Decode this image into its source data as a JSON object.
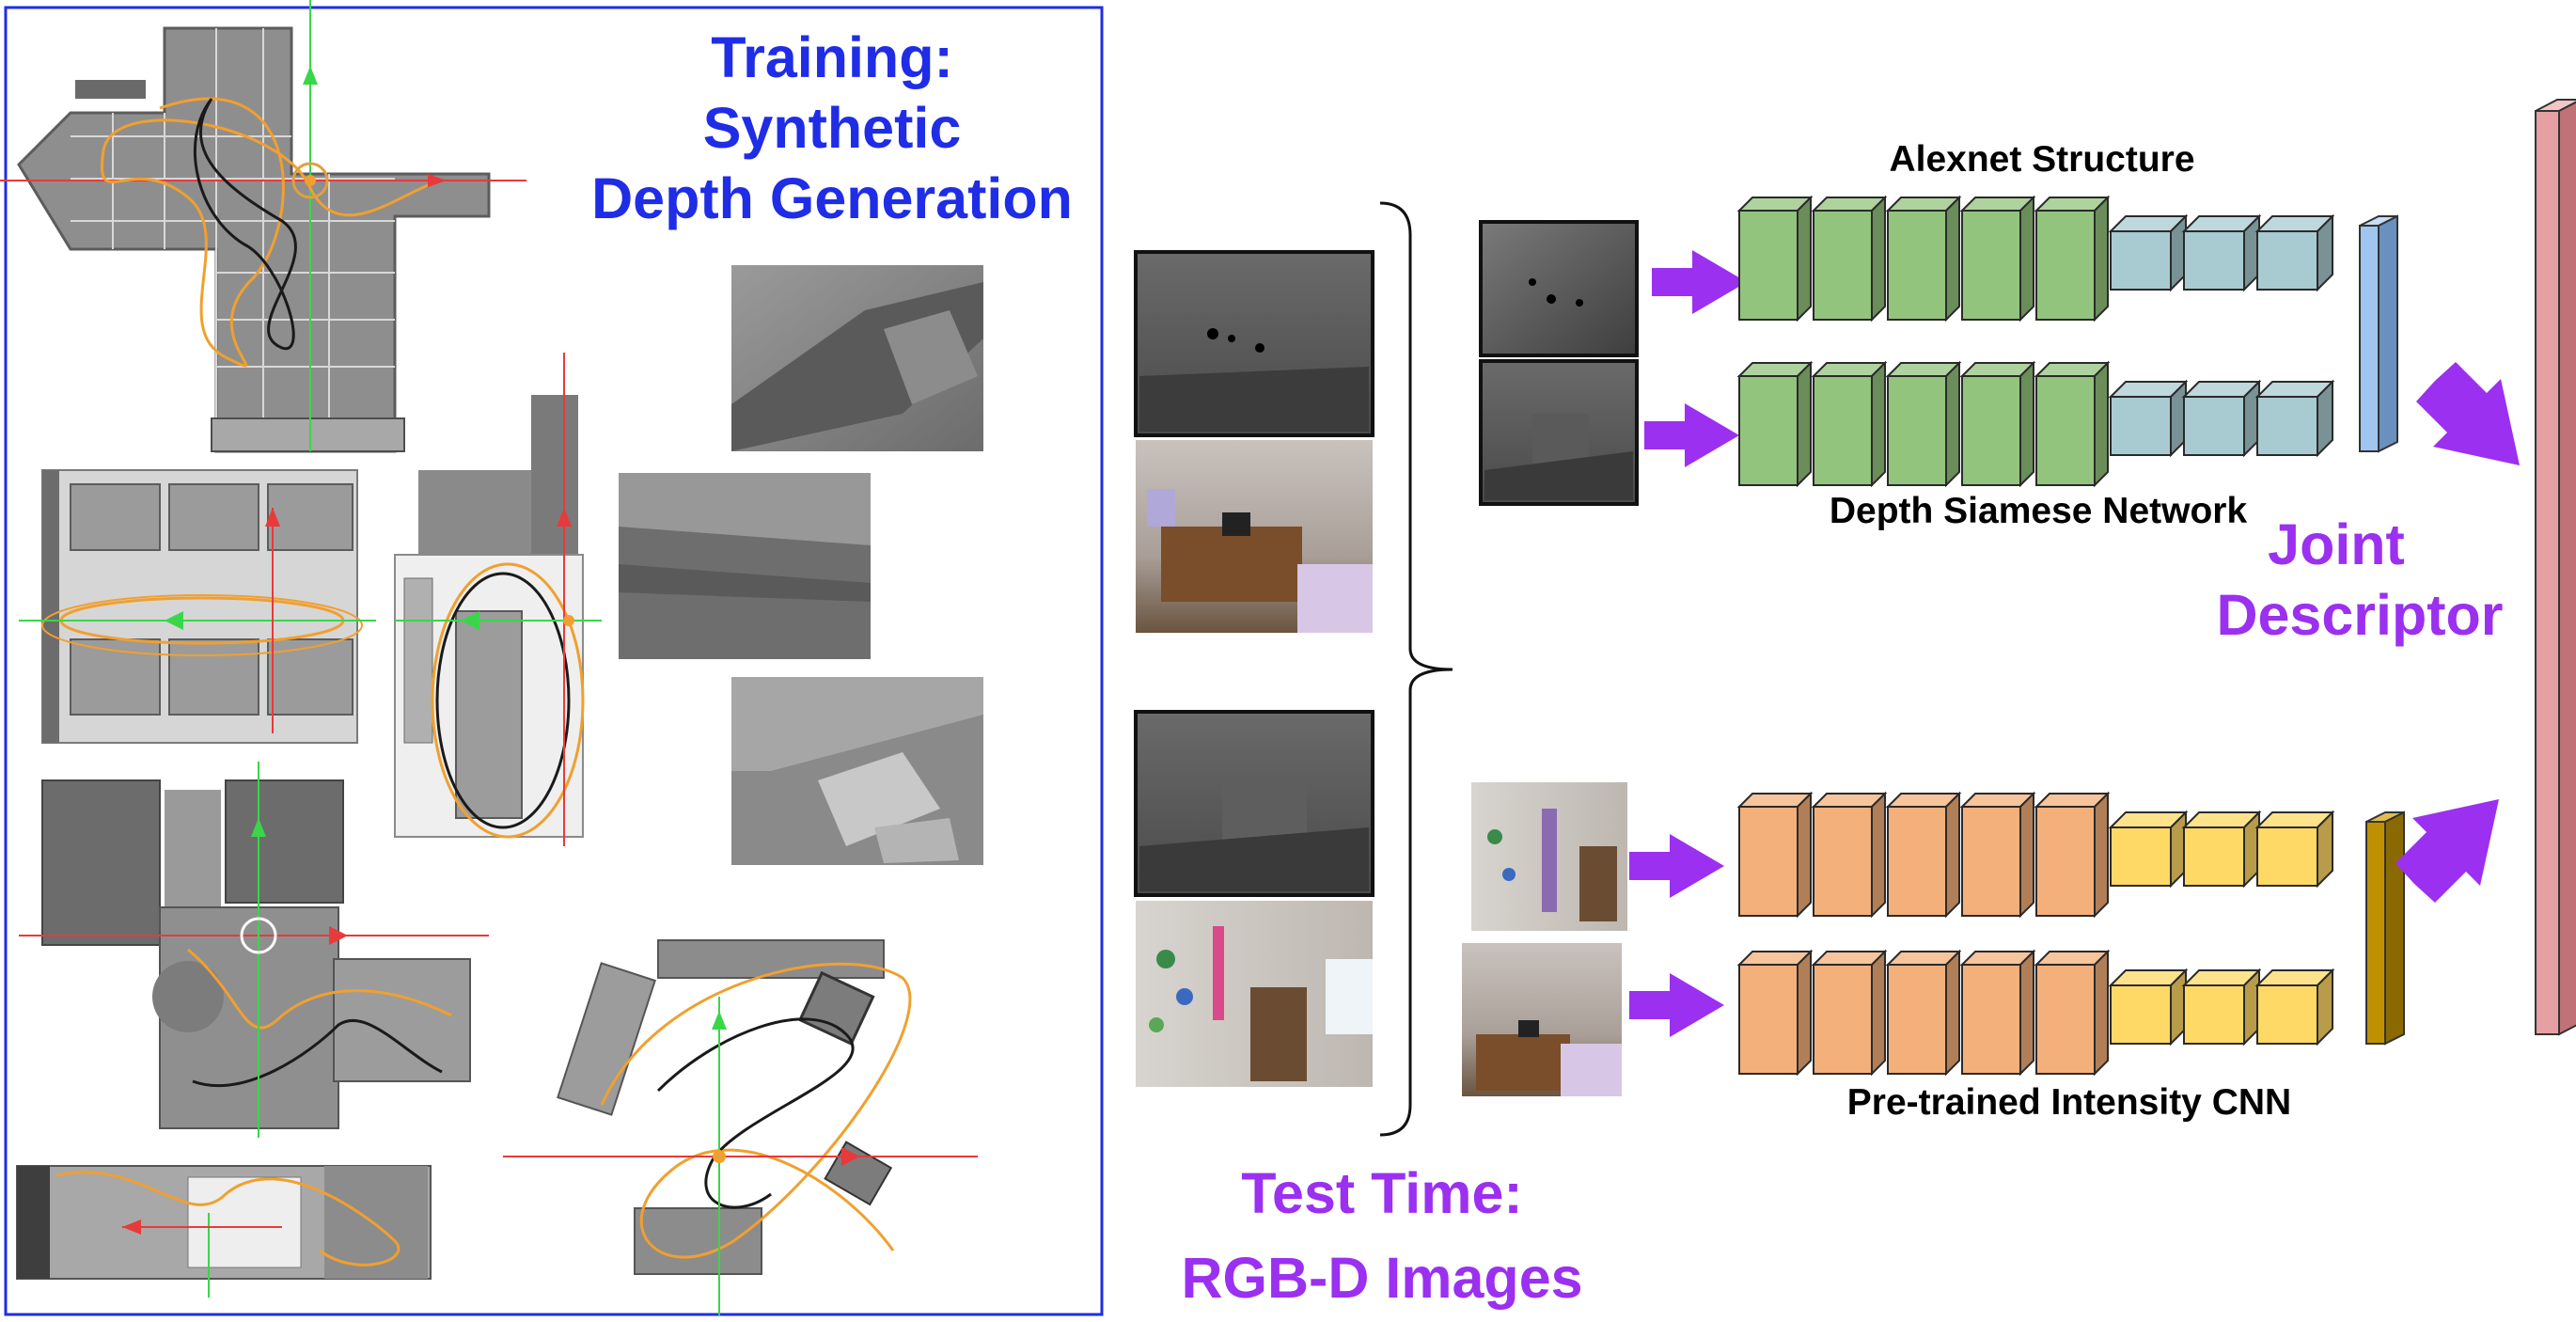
{
  "training_title": {
    "line1": "Training:",
    "line2": "Synthetic",
    "line3": "Depth Generation"
  },
  "test_title": {
    "line1": "Test Time:",
    "line2": "RGB-D Images"
  },
  "labels": {
    "alexnet": "Alexnet Structure",
    "siamese": "Depth Siamese Network",
    "pretrained": "Pre-trained Intensity CNN",
    "joint_line1": "Joint",
    "joint_line2": "Descriptor"
  },
  "colors": {
    "training_border": "#1f2de6",
    "arrow": "#9b30f0",
    "depth_conv": "#93c47d",
    "depth_fc": "#a8cbd1",
    "depth_descriptor": "#9fc5f0",
    "intensity_conv": "#f4b07a",
    "intensity_fc": "#ffd966",
    "intensity_descriptor": "#bf9000",
    "joint_descriptor": "#e6a0a3"
  }
}
